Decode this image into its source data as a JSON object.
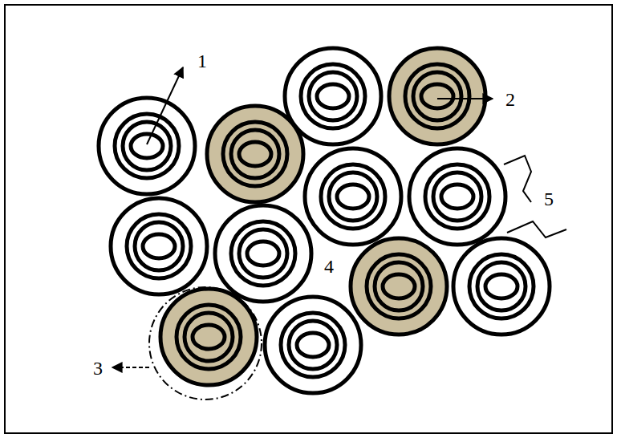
{
  "diagram": {
    "labels": [
      "1",
      "2",
      "3",
      "4",
      "5"
    ]
  }
}
